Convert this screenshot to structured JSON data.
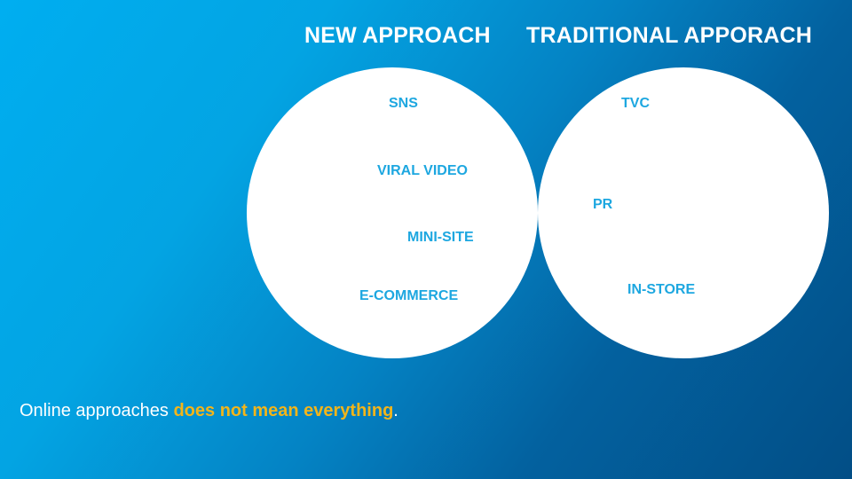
{
  "colors": {
    "bg_light": "#00aef0",
    "bg_dark": "#024e86",
    "circle_fill": "#ffffff",
    "overlap_fill": "#04a6e6",
    "item_text": "#1da7e0",
    "highlight": "#f3b51a"
  },
  "headings": {
    "left": "NEW APPROACH",
    "right": "TRADITIONAL APPORACH"
  },
  "left_items": [
    "SNS",
    "VIRAL VIDEO",
    "MINI-SITE",
    "E-COMMERCE"
  ],
  "right_items": [
    "TVC",
    "PR",
    "IN-STORE"
  ],
  "caption": {
    "prefix": "Online approaches ",
    "highlight": "does not mean everything",
    "suffix": "."
  }
}
